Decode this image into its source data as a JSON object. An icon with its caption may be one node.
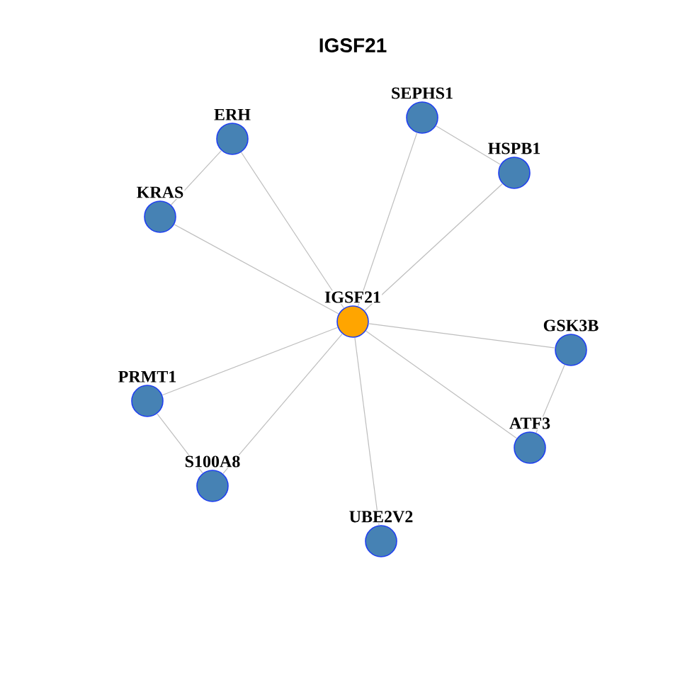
{
  "diagram": {
    "title": "IGSF21",
    "nodes": [
      {
        "text": [
          "SEPHS1"
        ]
      },
      {
        "text": [
          "ERH"
        ]
      },
      {
        "text": [
          "HSPB1"
        ]
      },
      {
        "text": [
          "KRAS"
        ]
      },
      {
        "text": [
          "IGSF21"
        ]
      },
      {
        "text": [
          "GSK3B"
        ]
      },
      {
        "text": [
          "PRMT1"
        ]
      },
      {
        "text": [
          "ATF3"
        ]
      },
      {
        "text": [
          "S100A8"
        ]
      },
      {
        "text": [
          "UBE2V2"
        ]
      }
    ],
    "edges": [
      {
        "from": 4,
        "to": 0,
        "arrow": "none"
      },
      {
        "from": 4,
        "to": 1,
        "arrow": "none"
      },
      {
        "from": 4,
        "to": 2,
        "arrow": "none"
      },
      {
        "from": 4,
        "to": 3,
        "arrow": "none"
      },
      {
        "from": 4,
        "to": 5,
        "arrow": "none"
      },
      {
        "from": 4,
        "to": 6,
        "arrow": "none"
      },
      {
        "from": 4,
        "to": 7,
        "arrow": "none"
      },
      {
        "from": 4,
        "to": 8,
        "arrow": "none"
      },
      {
        "from": 4,
        "to": 9,
        "arrow": "none"
      },
      {
        "from": 0,
        "to": 2,
        "arrow": "none"
      },
      {
        "from": 1,
        "to": 3,
        "arrow": "none"
      },
      {
        "from": 5,
        "to": 7,
        "arrow": "none"
      },
      {
        "from": 6,
        "to": 8,
        "arrow": "none"
      }
    ]
  }
}
